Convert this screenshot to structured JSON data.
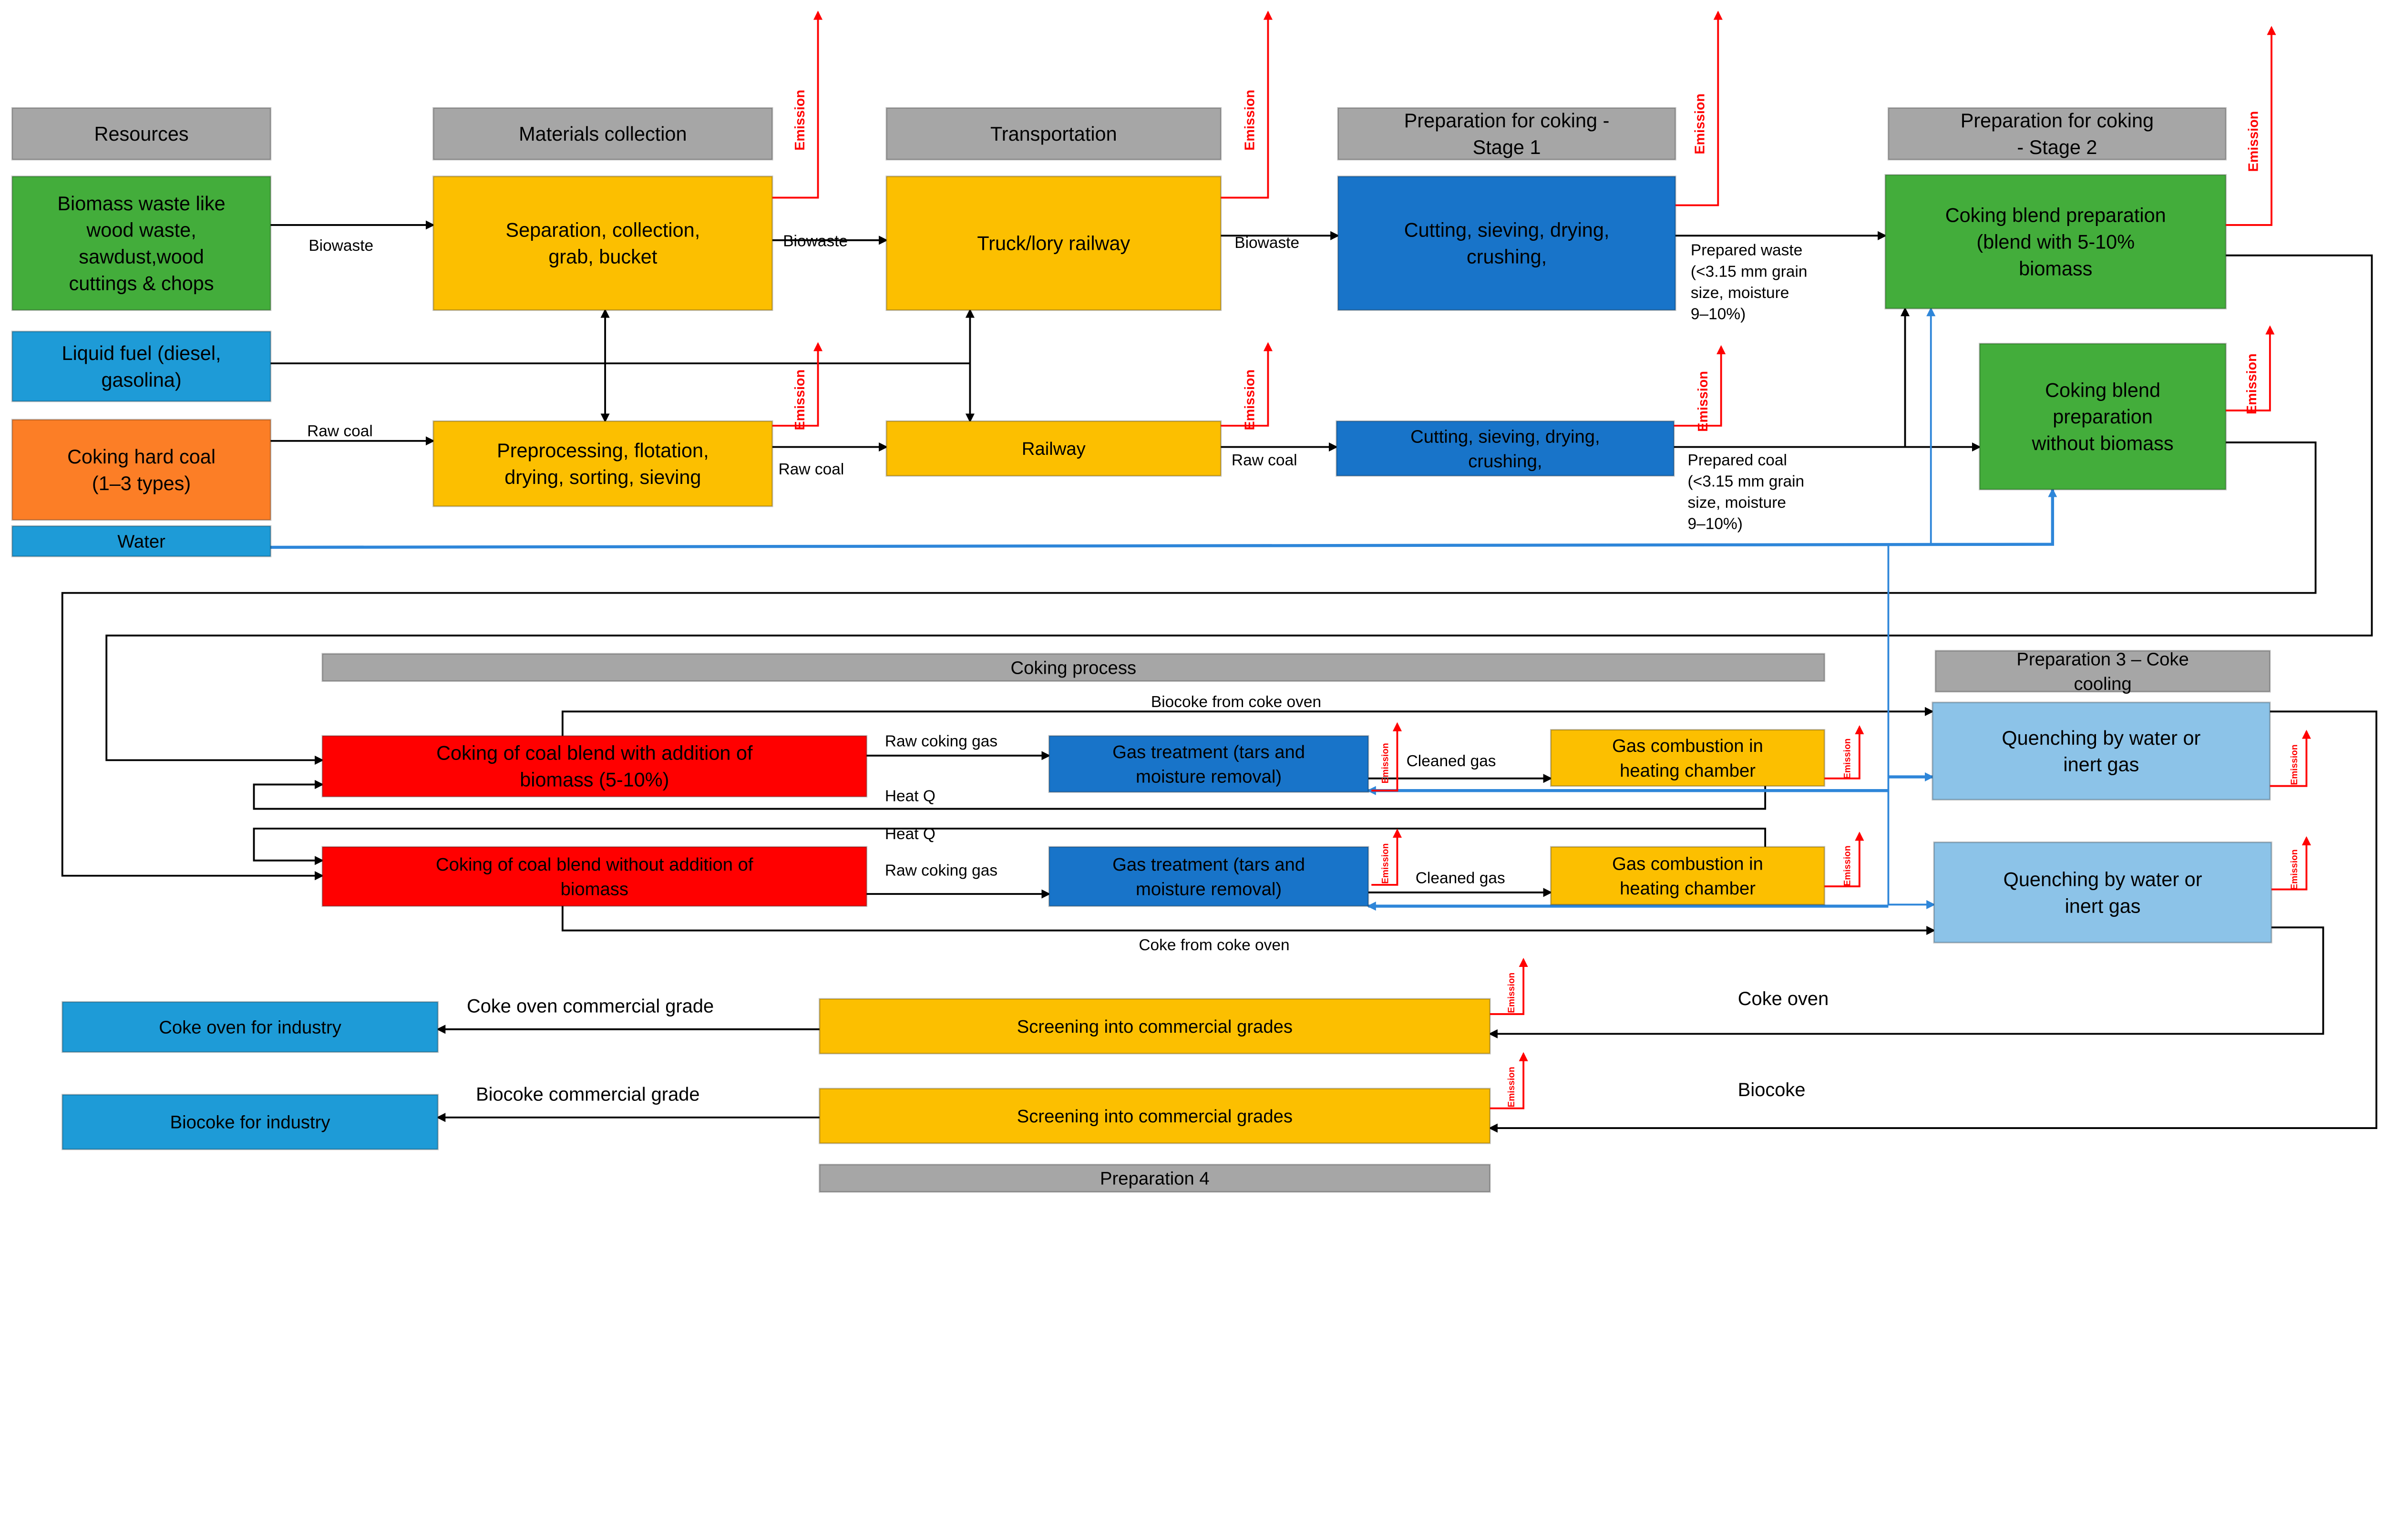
{
  "colors": {
    "header": "#a6a6a6",
    "biomass_green": "#43ad3b",
    "light_blue": "#1e9bd7",
    "orange": "#fc7e26",
    "yellow": "#fcbf00",
    "dark_blue": "#1874c9",
    "red": "#ff0000",
    "quench_blue": "#8cc3e8",
    "water_line": "#2e86d9",
    "emission": "#ff0000"
  },
  "headers": {
    "resources": [
      "Resources"
    ],
    "materials": [
      "Materials collection"
    ],
    "transport": [
      "Transportation"
    ],
    "prep1": [
      "Preparation for coking   -",
      "Stage 1"
    ],
    "prep2": [
      "Preparation for coking",
      "- Stage 2"
    ],
    "coking": [
      "Coking process"
    ],
    "prep3": [
      "Preparation   3 – Coke",
      "cooling"
    ],
    "prep4": [
      "Preparation   4"
    ]
  },
  "boxes": {
    "biomass": [
      "Biomass waste like",
      "wood waste,",
      "sawdust,wood",
      "cuttings  & chops"
    ],
    "liquid_fuel": [
      "Liquid fuel (diesel,",
      "gasolina)"
    ],
    "coal": [
      "Coking hard coal",
      "(1–3 types)"
    ],
    "water": [
      "Water"
    ],
    "separation": [
      "Separation, collection,",
      "grab, bucket"
    ],
    "preprocessing": [
      "Preprocessing, flotation,",
      "drying, sorting, sieving"
    ],
    "truck": [
      "Truck/lory railway"
    ],
    "railway": [
      "Railway"
    ],
    "cutting1": [
      "Cutting, sieving, drying,",
      "crushing,"
    ],
    "cutting2": [
      "Cutting, sieving, drying,",
      "crushing,"
    ],
    "blend1": [
      "Coking blend preparation",
      "(blend with 5-10%",
      "biomass"
    ],
    "blend2": [
      "Coking blend",
      "preparation",
      "without biomass"
    ],
    "coking1": [
      "Coking of coal blend with addition of",
      "biomass (5-10%)"
    ],
    "coking2": [
      "Coking of coal blend without addition of",
      "biomass"
    ],
    "gas1": [
      "Gas treatment (tars and",
      "moisture removal)"
    ],
    "gas2": [
      "Gas treatment (tars and",
      "moisture removal)"
    ],
    "comb1": [
      "Gas combustion in",
      "heating chamber"
    ],
    "comb2": [
      "Gas combustion in",
      "heating chamber"
    ],
    "quench1": [
      "Quenching by water or",
      "inert gas"
    ],
    "quench2": [
      "Quenching by water or",
      "inert gas"
    ],
    "screen1": [
      "Screening into commercial grades"
    ],
    "screen2": [
      "Screening into commercial grades"
    ],
    "coke_industry": [
      "Coke oven for industry"
    ],
    "biocoke_industry": [
      "Biocoke for industry"
    ]
  },
  "labels": {
    "biowaste1": [
      "Biowaste"
    ],
    "biowaste2": [
      "Biowaste"
    ],
    "biowaste3": [
      "Biowaste"
    ],
    "rawcoal1": [
      "Raw coal"
    ],
    "rawcoal2": [
      "Raw coal"
    ],
    "rawcoal3": [
      "Raw coal"
    ],
    "prepared_waste": [
      "Prepared waste",
      "(<3.15 mm grain",
      "size, moisture",
      "9–10%)"
    ],
    "prepared_coal": [
      "Prepared coal",
      "(<3.15 mm grain",
      "size, moisture",
      "9–10%)"
    ],
    "rawgas1": [
      "Raw coking gas"
    ],
    "rawgas2": [
      "Raw coking gas"
    ],
    "cleaned1": [
      "Cleaned gas"
    ],
    "cleaned2": [
      "Cleaned gas"
    ],
    "heat1": [
      "Heat Q"
    ],
    "heat2": [
      "Heat Q"
    ],
    "biocoke_oven": [
      "Biocoke from coke oven"
    ],
    "coke_oven_flow": [
      "Coke from coke oven"
    ],
    "coke_grade": [
      "Coke  oven commercial grade"
    ],
    "biocoke_grade": [
      "Biocoke  commercial grade"
    ],
    "coke_oven_in": [
      "Coke  oven"
    ],
    "biocoke_in": [
      "Biocoke"
    ]
  },
  "emission_label": "Emission"
}
